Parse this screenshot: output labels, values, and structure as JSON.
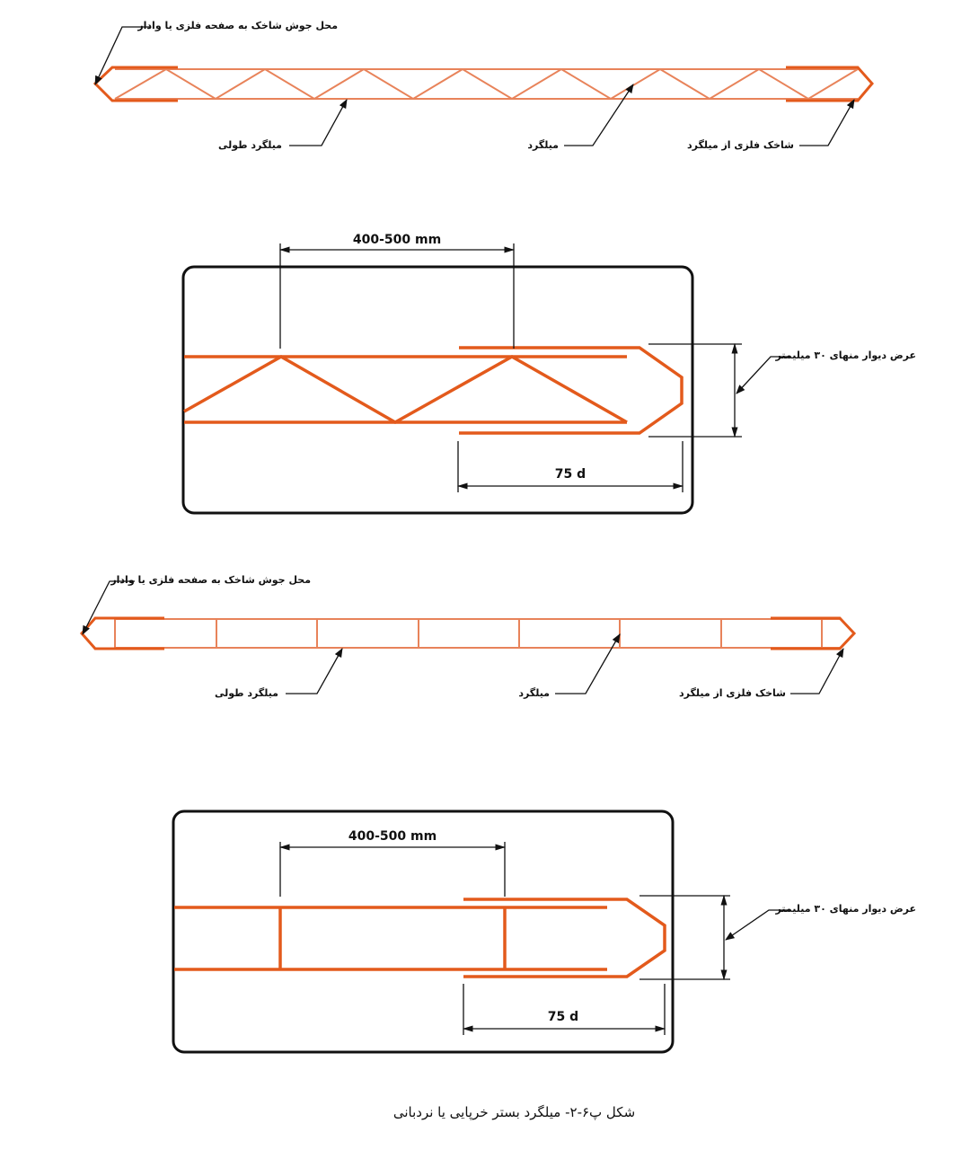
{
  "colors": {
    "rebar": "#e35a1c",
    "rebar_light": "#e8835a",
    "line": "#111111",
    "background": "#ffffff"
  },
  "figure1": {
    "label_weld": "محل جوش شاخک به صفحه فلزی یا وادار",
    "label_longitudinal": "میلگرد طولی",
    "label_rebar": "میلگرد",
    "label_tie": "شاخک فلزی از میلگرد"
  },
  "detail1": {
    "spacing": "400-500 mm",
    "lap": "75 d",
    "wall_width": "عرض دیوار منهای ۳۰ میلیمتر"
  },
  "figure2": {
    "label_weld": "محل جوش شاخک به صفحه فلزی یا وادار",
    "label_longitudinal": "میلگرد طولی",
    "label_rebar": "میلگرد",
    "label_tie": "شاخک فلزی از میلگرد"
  },
  "detail2": {
    "spacing": "400-500 mm",
    "lap": "75 d",
    "wall_width": "عرض دیوار منهای ۳۰ میلیمتر"
  },
  "caption": "شکل پ۶-۲- میلگرد بستر خرپایی یا نردبانی"
}
